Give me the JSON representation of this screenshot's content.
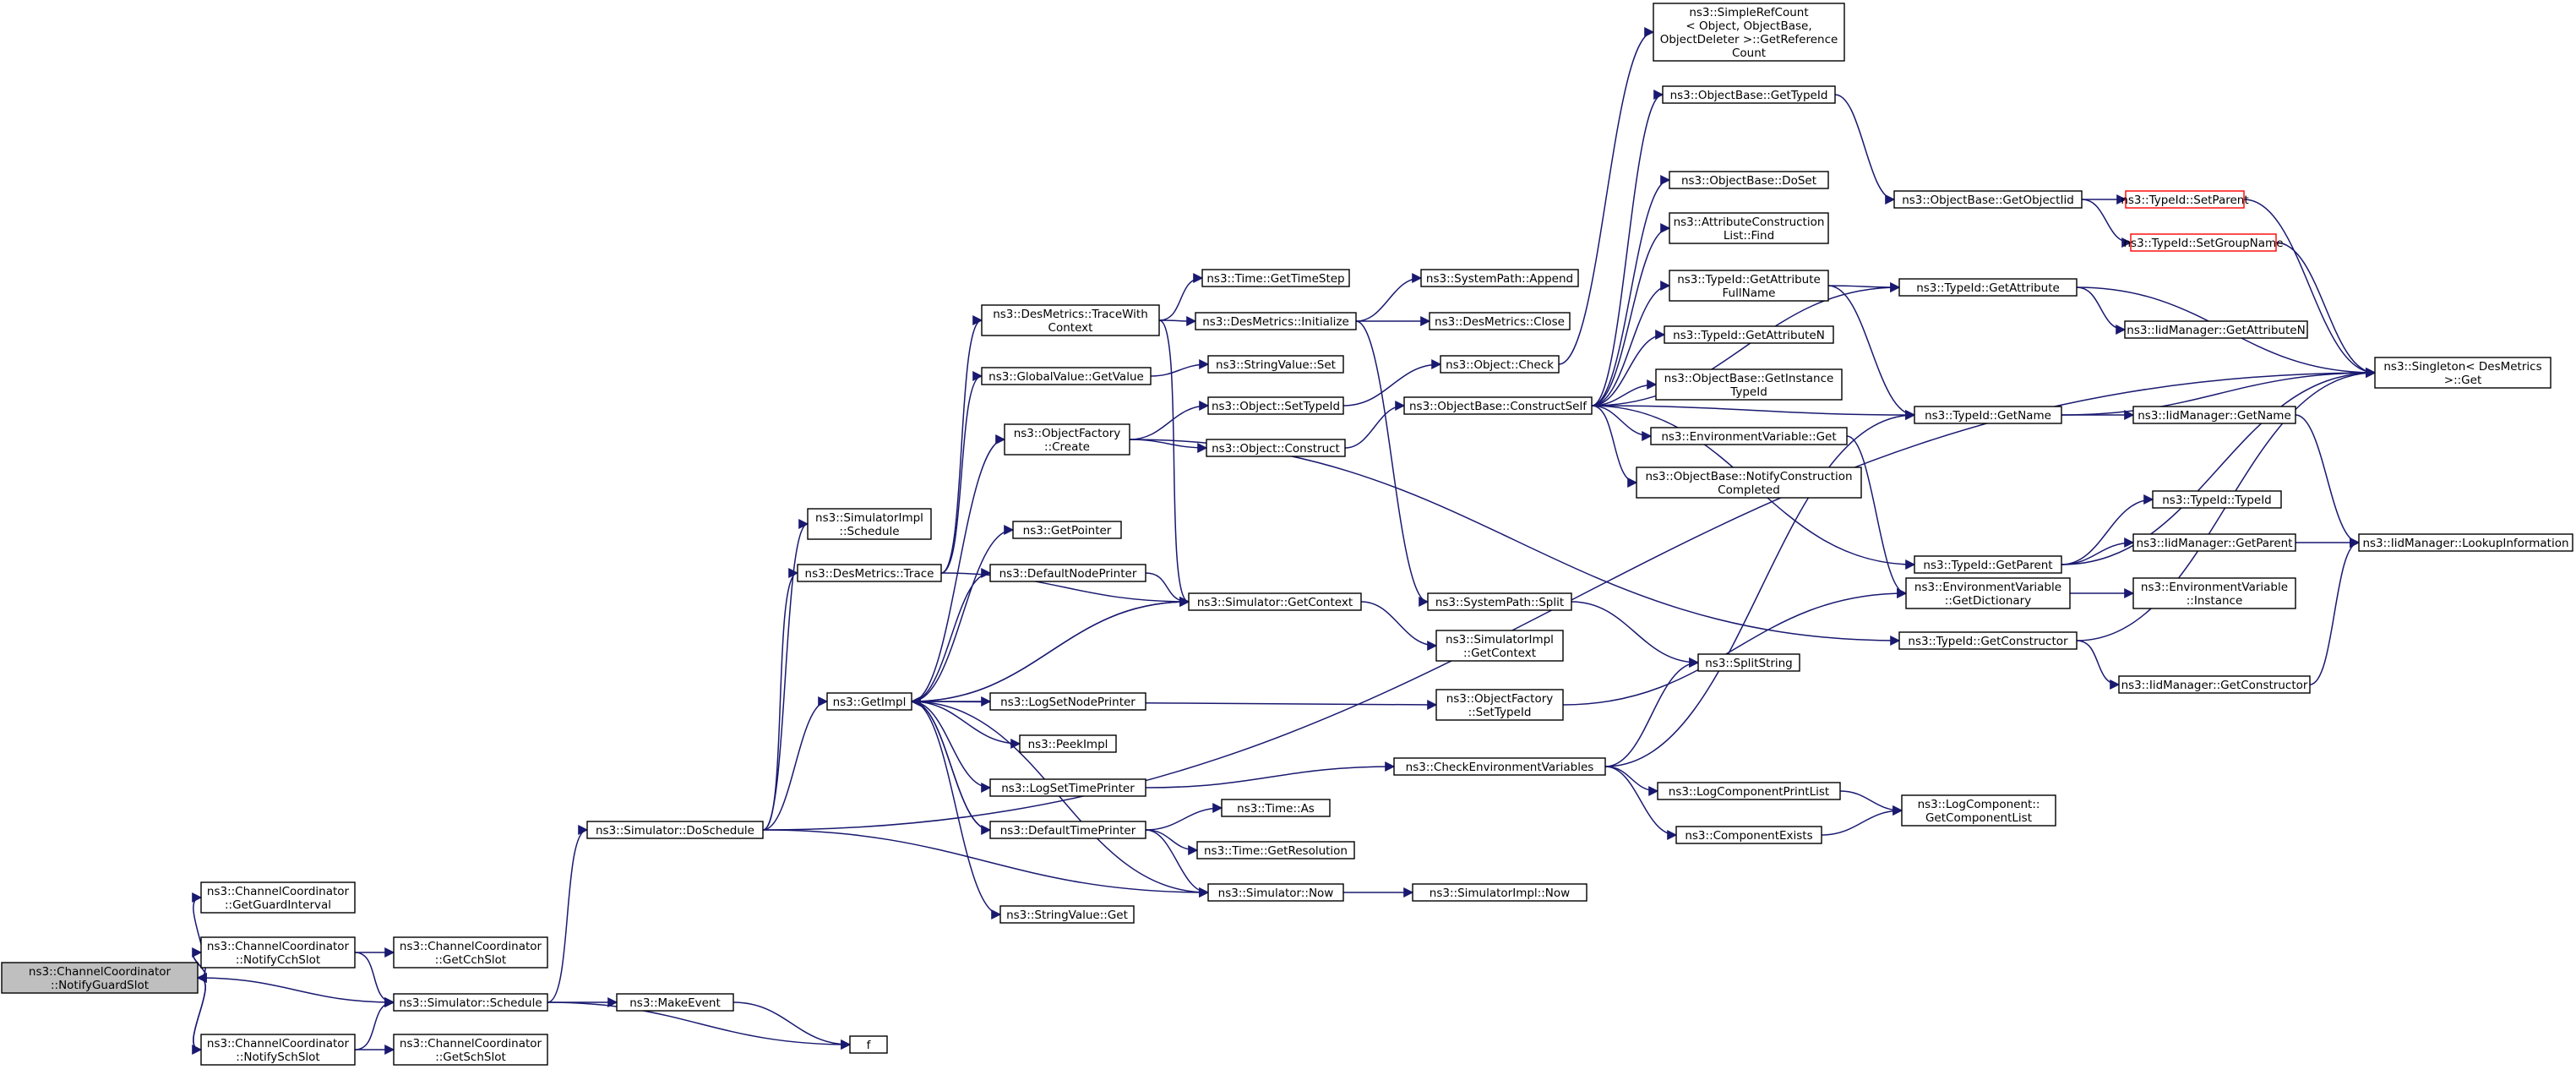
{
  "graph": {
    "title": "",
    "colors": {
      "edge": "#191970",
      "node_border": "#000000",
      "start_node_fill": "#bfbfbf",
      "truncated_border": "#ff0000"
    },
    "nodes": {
      "n1": {
        "lines": [
          "ns3::ChannelCoordinator",
          "::NotifyGuardSlot"
        ]
      },
      "n2": {
        "lines": [
          "ns3::ChannelCoordinator",
          "::GetGuardInterval"
        ]
      },
      "n3": {
        "lines": [
          "ns3::ChannelCoordinator",
          "::NotifyCchSlot"
        ]
      },
      "n4": {
        "lines": [
          "ns3::ChannelCoordinator",
          "::GetCchSlot"
        ]
      },
      "n5": {
        "lines": [
          "ns3::Simulator::Schedule"
        ]
      },
      "n6": {
        "lines": [
          "ns3::ChannelCoordinator",
          "::NotifySchSlot"
        ]
      },
      "n7": {
        "lines": [
          "ns3::ChannelCoordinator",
          "::GetSchSlot"
        ]
      },
      "n8": {
        "lines": [
          "ns3::Simulator::DoSchedule"
        ]
      },
      "n9": {
        "lines": [
          "ns3::MakeEvent"
        ]
      },
      "n10": {
        "lines": [
          "f"
        ]
      },
      "n11": {
        "lines": [
          "ns3::SimulatorImpl",
          "::Schedule"
        ]
      },
      "n12": {
        "lines": [
          "ns3::DesMetrics::Trace"
        ]
      },
      "n13": {
        "lines": [
          "ns3::GetImpl"
        ]
      },
      "n14": {
        "lines": [
          "ns3::DesMetrics::TraceWith",
          "Context"
        ]
      },
      "n15": {
        "lines": [
          "ns3::GlobalValue::GetValue"
        ]
      },
      "n16": {
        "lines": [
          "ns3::ObjectFactory",
          "::Create"
        ]
      },
      "n17": {
        "lines": [
          "ns3::GetPointer"
        ]
      },
      "n18": {
        "lines": [
          "ns3::DefaultNodePrinter"
        ]
      },
      "n19": {
        "lines": [
          "ns3::LogSetNodePrinter"
        ]
      },
      "n20": {
        "lines": [
          "ns3::PeekImpl"
        ]
      },
      "n21": {
        "lines": [
          "ns3::LogSetTimePrinter"
        ]
      },
      "n22": {
        "lines": [
          "ns3::DefaultTimePrinter"
        ]
      },
      "n23": {
        "lines": [
          "ns3::StringValue::Get"
        ]
      },
      "n24": {
        "lines": [
          "ns3::Time::GetTimeStep"
        ]
      },
      "n25": {
        "lines": [
          "ns3::DesMetrics::Initialize"
        ]
      },
      "n26": {
        "lines": [
          "ns3::StringValue::Set"
        ]
      },
      "n27": {
        "lines": [
          "ns3::Object::SetTypeId"
        ]
      },
      "n28": {
        "lines": [
          "ns3::Object::Construct"
        ]
      },
      "n29": {
        "lines": [
          "ns3::Simulator::GetContext"
        ]
      },
      "n30": {
        "lines": [
          "ns3::Time::As"
        ]
      },
      "n31": {
        "lines": [
          "ns3::Time::GetResolution"
        ]
      },
      "n32": {
        "lines": [
          "ns3::Simulator::Now"
        ]
      },
      "n33": {
        "lines": [
          "ns3::SystemPath::Append"
        ]
      },
      "n34": {
        "lines": [
          "ns3::DesMetrics::Close"
        ]
      },
      "n35": {
        "lines": [
          "ns3::Object::Check"
        ]
      },
      "n36": {
        "lines": [
          "ns3::ObjectBase::ConstructSelf"
        ]
      },
      "n37": {
        "lines": [
          "ns3::SystemPath::Split"
        ]
      },
      "n38": {
        "lines": [
          "ns3::SimulatorImpl",
          "::GetContext"
        ]
      },
      "n39": {
        "lines": [
          "ns3::ObjectFactory",
          "::SetTypeId"
        ]
      },
      "n40": {
        "lines": [
          "ns3::CheckEnvironmentVariables"
        ]
      },
      "n41": {
        "lines": [
          "ns3::SimulatorImpl::Now"
        ]
      },
      "n42": {
        "lines": [
          "ns3::SimpleRefCount",
          "< Object, ObjectBase,",
          "ObjectDeleter >::GetReference",
          "Count"
        ]
      },
      "n43": {
        "lines": [
          "ns3::ObjectBase::GetTypeId"
        ]
      },
      "n44": {
        "lines": [
          "ns3::ObjectBase::DoSet"
        ]
      },
      "n45": {
        "lines": [
          "ns3::AttributeConstruction",
          "List::Find"
        ]
      },
      "n46": {
        "lines": [
          "ns3::TypeId::GetAttribute",
          "FullName"
        ]
      },
      "n47": {
        "lines": [
          "ns3::TypeId::GetAttributeN"
        ]
      },
      "n48": {
        "lines": [
          "ns3::ObjectBase::GetInstance",
          "TypeId"
        ]
      },
      "n49": {
        "lines": [
          "ns3::EnvironmentVariable::Get"
        ]
      },
      "n50": {
        "lines": [
          "ns3::ObjectBase::NotifyConstruction",
          "Completed"
        ]
      },
      "n51": {
        "lines": [
          "ns3::SplitString"
        ]
      },
      "n52": {
        "lines": [
          "ns3::LogComponentPrintList"
        ]
      },
      "n53": {
        "lines": [
          "ns3::ComponentExists"
        ]
      },
      "n54": {
        "lines": [
          "ns3::LogComponent::",
          "GetComponentList"
        ]
      },
      "n55": {
        "lines": [
          "ns3::ObjectBase::GetObjectIid"
        ]
      },
      "n56": {
        "lines": [
          "ns3::TypeId::GetAttribute"
        ]
      },
      "n57": {
        "lines": [
          "ns3::TypeId::GetName"
        ]
      },
      "n58": {
        "lines": [
          "ns3::TypeId::GetParent"
        ]
      },
      "n59": {
        "lines": [
          "ns3::EnvironmentVariable",
          "::GetDictionary"
        ]
      },
      "n60": {
        "lines": [
          "ns3::TypeId::GetConstructor"
        ]
      },
      "n61": {
        "lines": [
          "ns3::TypeId::SetParent"
        ]
      },
      "n62": {
        "lines": [
          "ns3::TypeId::SetGroupName"
        ]
      },
      "n63": {
        "lines": [
          "ns3::IidManager::GetAttributeN"
        ]
      },
      "n64": {
        "lines": [
          "ns3::IidManager::GetName"
        ]
      },
      "n65": {
        "lines": [
          "ns3::TypeId::TypeId"
        ]
      },
      "n66": {
        "lines": [
          "ns3::IidManager::GetParent"
        ]
      },
      "n67": {
        "lines": [
          "ns3::EnvironmentVariable",
          "::Instance"
        ]
      },
      "n68": {
        "lines": [
          "ns3::IidManager::GetConstructor"
        ]
      },
      "n69": {
        "lines": [
          "ns3::Singleton< DesMetrics",
          ">::Get"
        ]
      },
      "n70": {
        "lines": [
          "ns3::IidManager::LookupInformation"
        ]
      }
    }
  }
}
